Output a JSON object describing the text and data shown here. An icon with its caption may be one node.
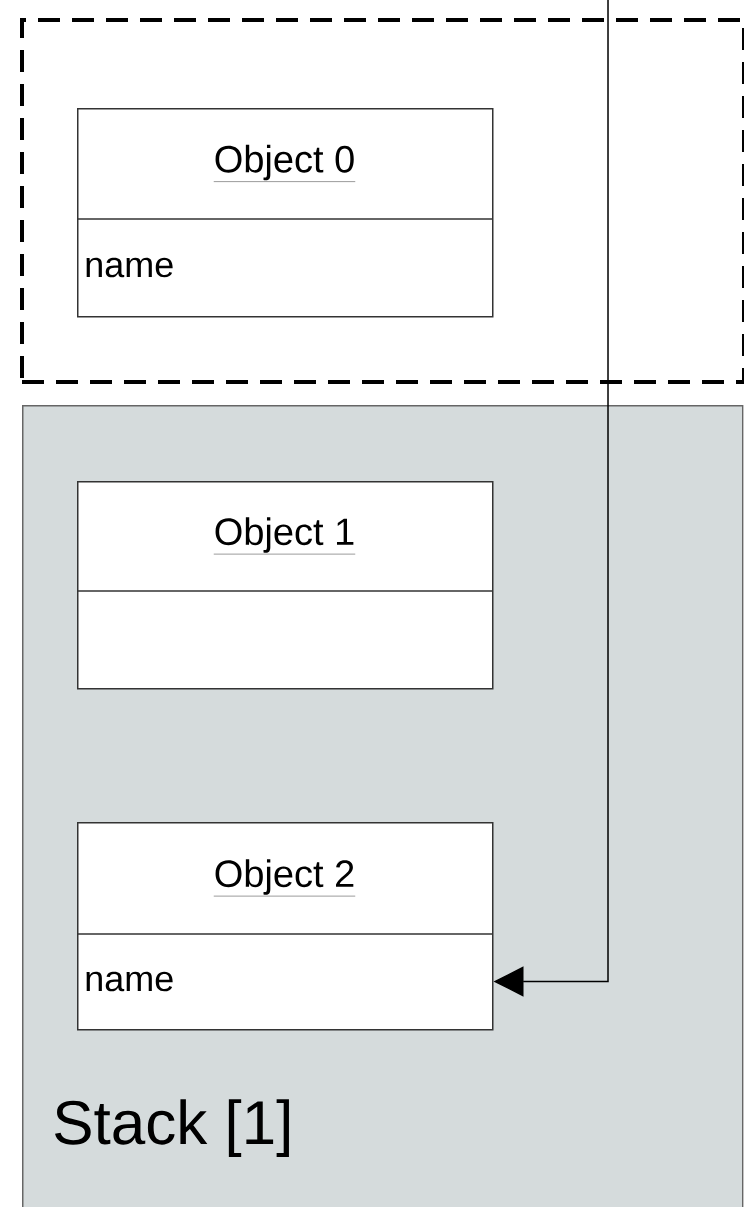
{
  "diagram": {
    "nodes": [
      {
        "text": [],
        "shape": "box"
      },
      {
        "text": [
          "Object 0",
          "name"
        ],
        "in": 0
      },
      {
        "text": [
          "Stack [1]"
        ]
      },
      {
        "text": [
          "Object 1"
        ],
        "in": 2
      },
      {
        "text": [
          "Object 2",
          "name"
        ],
        "in": 2
      }
    ],
    "edges": [
      {
        "from": null,
        "to": 4,
        "arrow": "to"
      }
    ]
  }
}
